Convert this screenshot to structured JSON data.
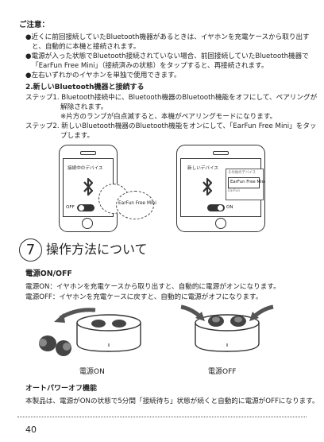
{
  "notes": {
    "title": "ご注意：",
    "b1a": "●近くに前回接続していたBluetooth機器があるときは、イヤホンを充電ケースから取り出す",
    "b1b": "と、自動的に本機と接続されます。",
    "b2a": "●電源が入った状態でBluetooth接続されていない場合、前回接続していたBluetooth機器で",
    "b2b": "「EarFun Free Mini」（接続済みの状態）をタップすると、再接続されます。",
    "b3": "●左右いずれかのイヤホンを単独で使用できます。"
  },
  "section2": {
    "heading": "2.新しいBluetooth機器と接続する",
    "s1a": "ステップ1. Bluetooth接続中に、Bluetooth機器のBluetooth機能をオフにして、ペアリングが",
    "s1b": "解除されます。",
    "s1c": "※片方のランプが白点滅すると、本機がペアリングモードになります。",
    "s2a": "ステップ2. 新しいBluetooth機器のBluetooth機能をオンにして、「EarFun Free Mini」をタッ",
    "s2b": "プします。"
  },
  "phone_left": {
    "header": "接続中のデバイス",
    "toggle_label": "OFF",
    "callout": "EarFun Free Mini"
  },
  "phone_right": {
    "header": "新しいデバイス",
    "toggle_label": "ON",
    "callout_small": "その他のデバイス",
    "callout": "EarFun Free Mini",
    "callout_sub": "EarFun"
  },
  "section7": {
    "number": "7",
    "title": "操作方法について"
  },
  "power": {
    "heading": "電源ON/OFF",
    "on_line": "電源ON：イヤホンを充電ケースから取り出すと、自動的に電源がオンになります。",
    "off_line": "電源OFF：イヤホンを充電ケースに戻すと、自動的に電源がオフになります。",
    "label_on": "電源ON",
    "label_off": "電源OFF"
  },
  "auto_off": {
    "heading": "オートパワーオフ機能",
    "text": "本製品は、電源がONの状態で5分間「接続待ち」状態が続くと自動的に電源がOFFになります。"
  },
  "page_number": "40",
  "colors": {
    "text": "#222222",
    "line": "#333333",
    "arrow": "#555555"
  }
}
